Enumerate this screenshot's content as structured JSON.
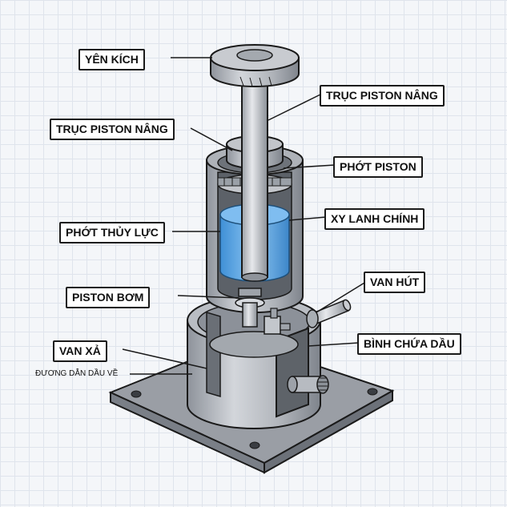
{
  "labels": {
    "yen_kich": "YÊN KÍCH",
    "truc_piston_right": "TRỤC PISTON NÂNG",
    "truc_piston_left": "TRỤC PISTON NÂNG",
    "phot_piston": "PHỚT PISTON",
    "xy_lanh": "XY LANH CHÍNH",
    "phot_thuy_luc": "PHỚT THỦY LỰC",
    "van_hut": "VAN HÚT",
    "piston_bom": "PISTON BƠM",
    "binh_chua_dau": "BÌNH CHỨA DẦU",
    "van_xa": "VAN XẢ",
    "duong_dan_dau_ve": "ĐƯƠNG DẪN DẦU VỀ"
  },
  "colors": {
    "metal_light": "#c9ccd1",
    "metal_mid": "#a8acb3",
    "metal_dark": "#7d828a",
    "oil": "#5aa7e6",
    "outline": "#1a1a1a"
  }
}
